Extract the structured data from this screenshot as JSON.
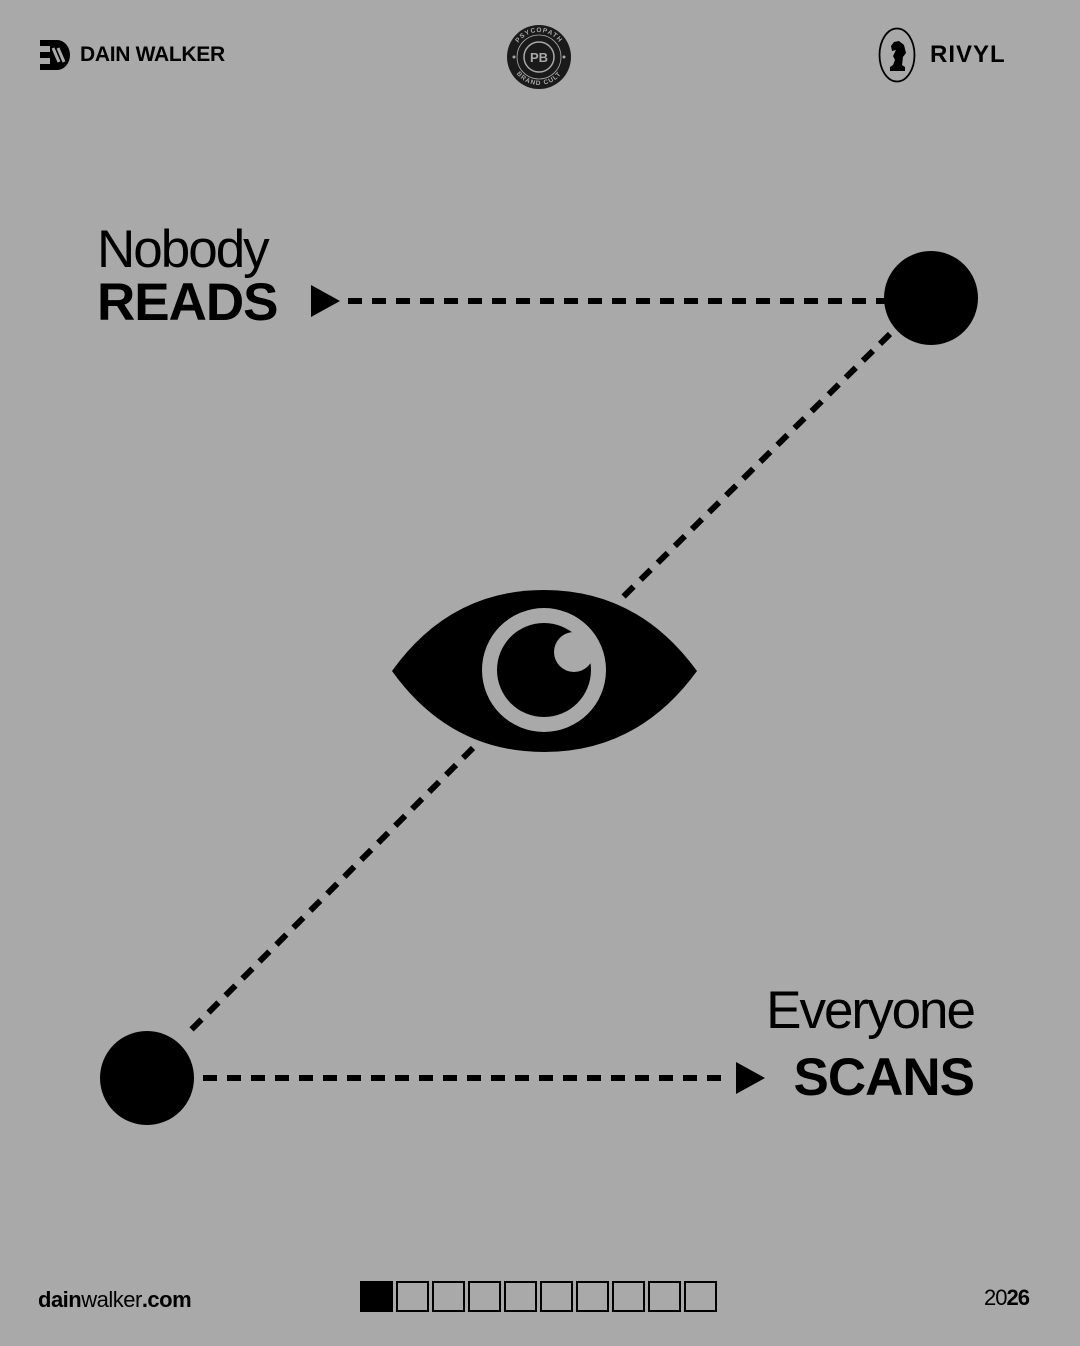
{
  "header": {
    "left_brand": "DAIN WALKER",
    "center_badge": {
      "top_text": "PSYCOPATH",
      "bottom_text": "BRAND CULT",
      "monogram": "PB"
    },
    "right_brand": "RIVYL",
    "right_icon": "chess-knight-icon"
  },
  "main": {
    "top_light": "Nobody",
    "top_bold": "READS",
    "bottom_light": "Everyone",
    "bottom_bold": "SCANS",
    "center_icon": "eye-icon"
  },
  "footer": {
    "site_bold_a": "dain",
    "site_light": "walker",
    "site_bold_b": ".com",
    "year_light": "20",
    "year_bold": "26",
    "pagination": {
      "current": 1,
      "total": 10
    }
  },
  "colors": {
    "background": "#a9a9a9",
    "ink": "#000000"
  }
}
